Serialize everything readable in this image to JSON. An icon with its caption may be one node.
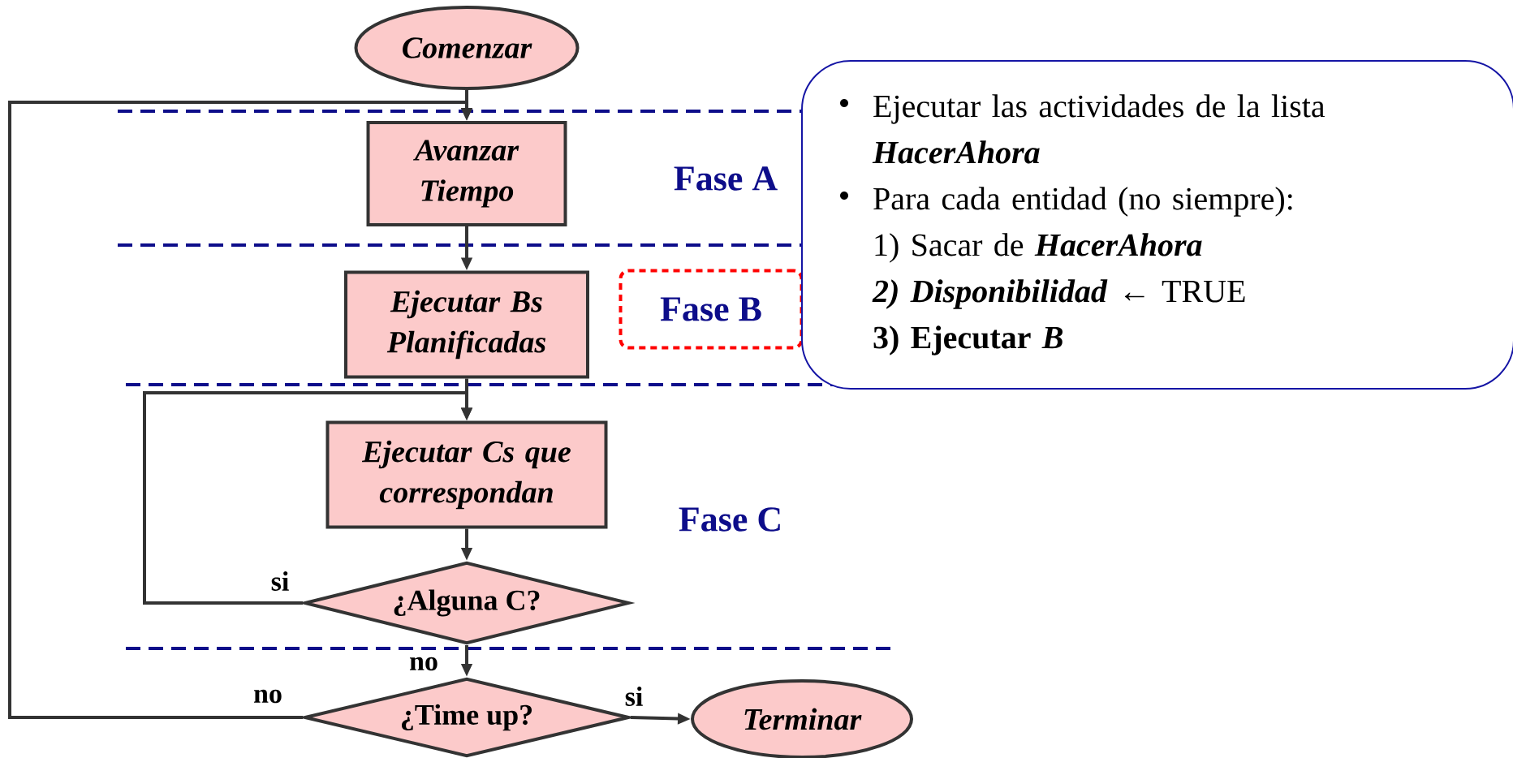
{
  "diagram": {
    "nodes": [
      {
        "text": [
          "Comenzar"
        ]
      },
      {
        "text": [
          "Avanzar Tiempo"
        ]
      },
      {
        "text": [
          "Ejecutar Bs Planificadas"
        ]
      },
      {
        "text": [
          "Ejecutar Cs que correspondan"
        ]
      },
      {
        "text": [
          "¿Alguna C?"
        ]
      },
      {
        "text": [
          "¿Time up?"
        ]
      },
      {
        "text": [
          "Terminar"
        ]
      },
      {
        "text": [
          "Fase B"
        ]
      },
      {
        "text": [
          "Ejecutar las actividades de la lista *HacerAhora*",
          "Para cada entidad (no siempre):",
          "1) Sacar de *HacerAhora*",
          "*2) Disponibilidad* ← TRUE",
          "3) Ejecutar *B*"
        ]
      }
    ],
    "edges": [
      {
        "from": 0,
        "to": 1,
        "arrow": "to"
      },
      {
        "from": 1,
        "to": 2,
        "arrow": "to"
      },
      {
        "from": 2,
        "to": 3,
        "arrow": "to"
      },
      {
        "from": 3,
        "to": 4,
        "arrow": "to"
      },
      {
        "from": 4,
        "to": 3,
        "arrow": "to",
        "label": "si"
      },
      {
        "from": 4,
        "to": 5,
        "arrow": "to",
        "label": "no"
      },
      {
        "from": 5,
        "to": 1,
        "arrow": "to",
        "label": "no"
      },
      {
        "from": 5,
        "to": 6,
        "arrow": "to",
        "label": "si"
      }
    ],
    "labels": [
      "Fase A",
      "Fase C"
    ]
  }
}
